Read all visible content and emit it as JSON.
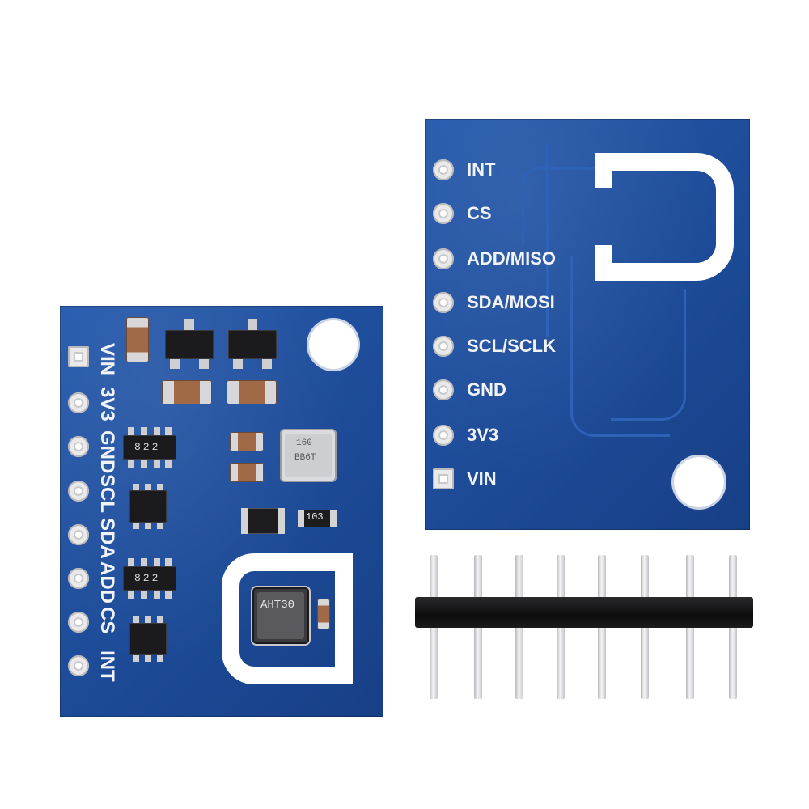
{
  "front_board": {
    "pin_labels": [
      "VIN",
      "3V3",
      "GND",
      "SCL",
      "SDA",
      "ADD",
      "CS",
      "INT"
    ],
    "ic_top_marking": "822",
    "ic_bottom_marking": "822",
    "pressure_sensor_marking_1": "160",
    "pressure_sensor_marking_2": "BB6T",
    "resistor_marking": "103",
    "humidity_sensor_marking": "AHT30"
  },
  "back_board": {
    "pin_labels": [
      "INT",
      "CS",
      "ADD/MISO",
      "SDA/MOSI",
      "SCL/SCLK",
      "GND",
      "3V3",
      "VIN"
    ]
  },
  "pin_header": {
    "pin_count": 8
  },
  "colors": {
    "pcb": "#1f4f9e",
    "silkscreen": "#f1f3f7",
    "header": "#111111"
  }
}
